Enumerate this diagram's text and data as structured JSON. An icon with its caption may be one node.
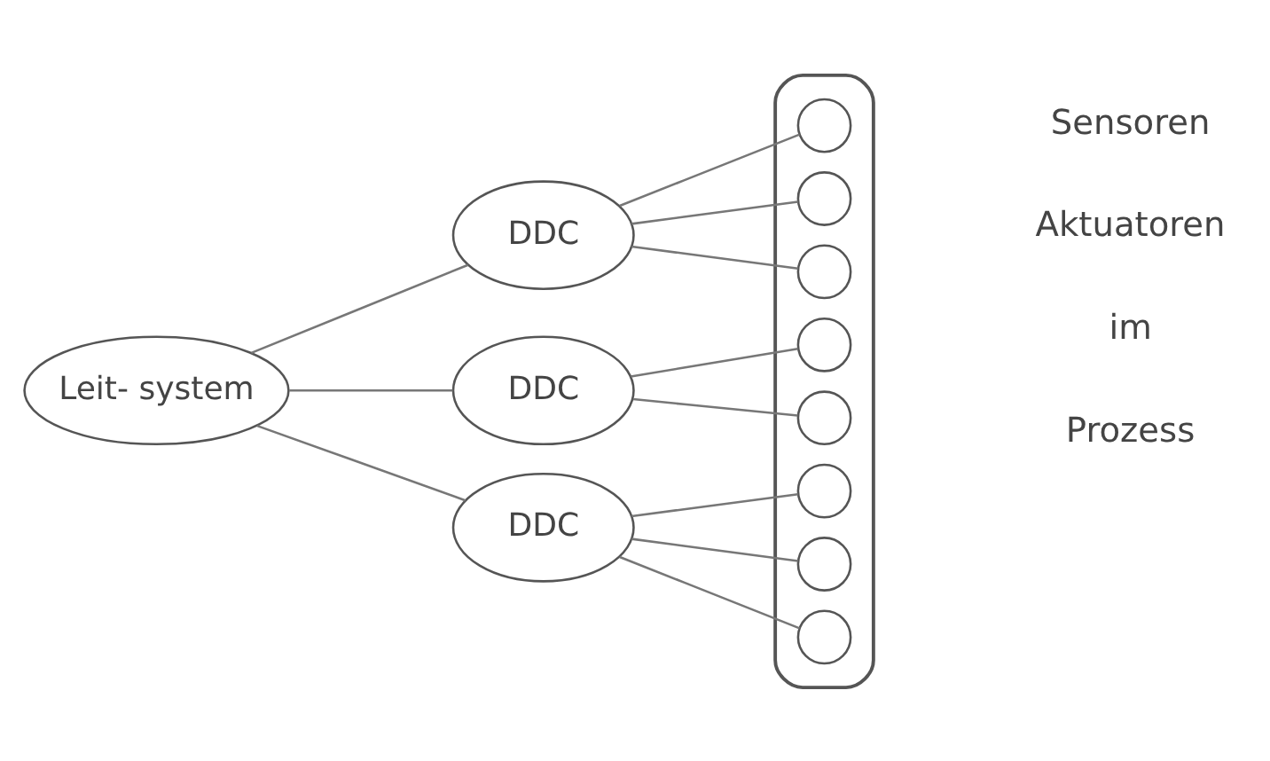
{
  "diagram": {
    "nodes": [
      {
        "text": [
          "Leit- system"
        ]
      },
      {
        "text": [
          "DDC"
        ]
      },
      {
        "text": [
          "DDC"
        ]
      },
      {
        "text": [
          "DDC"
        ]
      },
      {
        "text": [],
        "shape": "box"
      },
      {
        "text": [],
        "shape": "circle",
        "in": 4
      },
      {
        "text": [],
        "shape": "circle",
        "in": 4
      },
      {
        "text": [],
        "shape": "circle",
        "in": 4
      },
      {
        "text": [],
        "shape": "circle",
        "in": 4
      },
      {
        "text": [],
        "shape": "circle",
        "in": 4
      },
      {
        "text": [],
        "shape": "circle",
        "in": 4
      },
      {
        "text": [],
        "shape": "circle",
        "in": 4
      },
      {
        "text": [],
        "shape": "circle",
        "in": 4
      }
    ],
    "edges": [
      {
        "from": 0,
        "to": 1,
        "arrow": "none"
      },
      {
        "from": 0,
        "to": 2,
        "arrow": "none"
      },
      {
        "from": 0,
        "to": 3,
        "arrow": "none"
      },
      {
        "from": 1,
        "to": 5,
        "arrow": "none"
      },
      {
        "from": 1,
        "to": 6,
        "arrow": "none"
      },
      {
        "from": 1,
        "to": 7,
        "arrow": "none"
      },
      {
        "from": 2,
        "to": 8,
        "arrow": "none"
      },
      {
        "from": 2,
        "to": 9,
        "arrow": "none"
      },
      {
        "from": 3,
        "to": 10,
        "arrow": "none"
      },
      {
        "from": 3,
        "to": 11,
        "arrow": "none"
      },
      {
        "from": 3,
        "to": 12,
        "arrow": "none"
      }
    ],
    "labels": [
      "Sensoren",
      "Aktuatoren",
      "im",
      "Prozess"
    ]
  }
}
